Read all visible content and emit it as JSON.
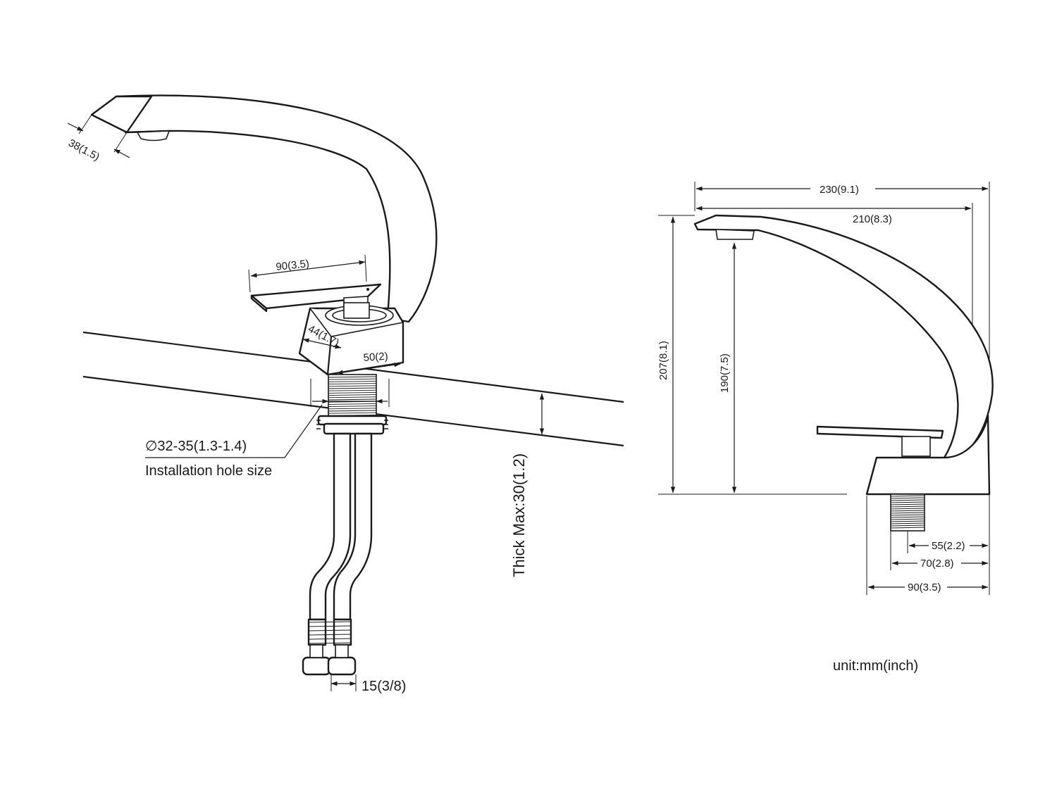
{
  "front_view": {
    "spout_width_label": "38(1.5)",
    "handle_length_label": "90(3.5)",
    "base_depth_label": "44(1.7)",
    "base_width_label": "50(2)",
    "hole_diameter_label": "∅32-35(1.3-1.4)",
    "hole_caption": "Installation hole size",
    "thickness_label": "Thick Max:30(1.2)",
    "hose_connector_label": "15(3/8)"
  },
  "side_view": {
    "overall_length_label": "230(9.1)",
    "spout_reach_label": "210(8.3)",
    "overall_height_label": "207(8.1)",
    "spout_height_label": "190(7.5)",
    "thread_to_back_label": "55(2.2)",
    "base_to_back_label": "70(2.8)",
    "base_length_label": "90(3.5)"
  },
  "unit_note": "unit:mm(inch)"
}
